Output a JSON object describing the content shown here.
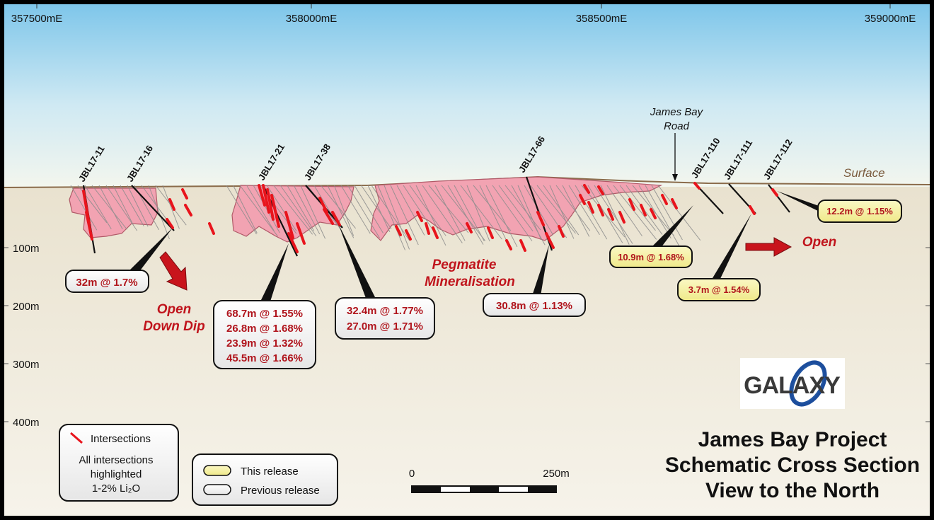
{
  "eastings": [
    "357500mE",
    "358000mE",
    "358500mE",
    "359000mE"
  ],
  "depths": [
    "100m",
    "200m",
    "300m",
    "400m"
  ],
  "surface_label": "Surface",
  "road_label": [
    "James Bay",
    "Road"
  ],
  "holes": [
    "JBL17-11",
    "JBL17-16",
    "JBL17-21",
    "JBL17-38",
    "JBL17-66",
    "JBL17-110",
    "JBL17-111",
    "JBL17-112"
  ],
  "results_previous": {
    "jbl17_16": [
      "32m @ 1.7%"
    ],
    "jbl17_21": [
      "68.7m @ 1.55%",
      "26.8m @ 1.68%",
      "23.9m @ 1.32%",
      "45.5m @ 1.66%"
    ],
    "jbl17_38": [
      "32.4m @ 1.77%",
      "27.0m @ 1.71%"
    ],
    "jbl17_66": [
      "30.8m @ 1.13%"
    ]
  },
  "results_this_release": {
    "jbl17_110": "10.9m @ 1.68%",
    "jbl17_111": "3.7m @ 1.54%",
    "jbl17_112": "12.2m @ 1.15%"
  },
  "labels": {
    "open_down_dip": [
      "Open",
      "Down Dip"
    ],
    "pegmatite": [
      "Pegmatite",
      "Mineralisation"
    ],
    "open": "Open"
  },
  "legend": {
    "intersections": "Intersections",
    "note": [
      "All intersections",
      "highlighted",
      "1-2% Li₂O"
    ],
    "this_release": "This release",
    "previous_release": "Previous release"
  },
  "scale": {
    "start": "0",
    "end": "250m"
  },
  "logo": "GALAXY",
  "title": [
    "James Bay Project",
    "Schematic Cross Section",
    "View to the North"
  ],
  "colors": {
    "sky_top": "#7ec6ea",
    "ground": "#efe9da",
    "pegmatite": "#f2a3b2",
    "intersection": "#e8141c",
    "this_release_fill": "#f8f4a8",
    "previous_release_fill": "#ffffff"
  }
}
